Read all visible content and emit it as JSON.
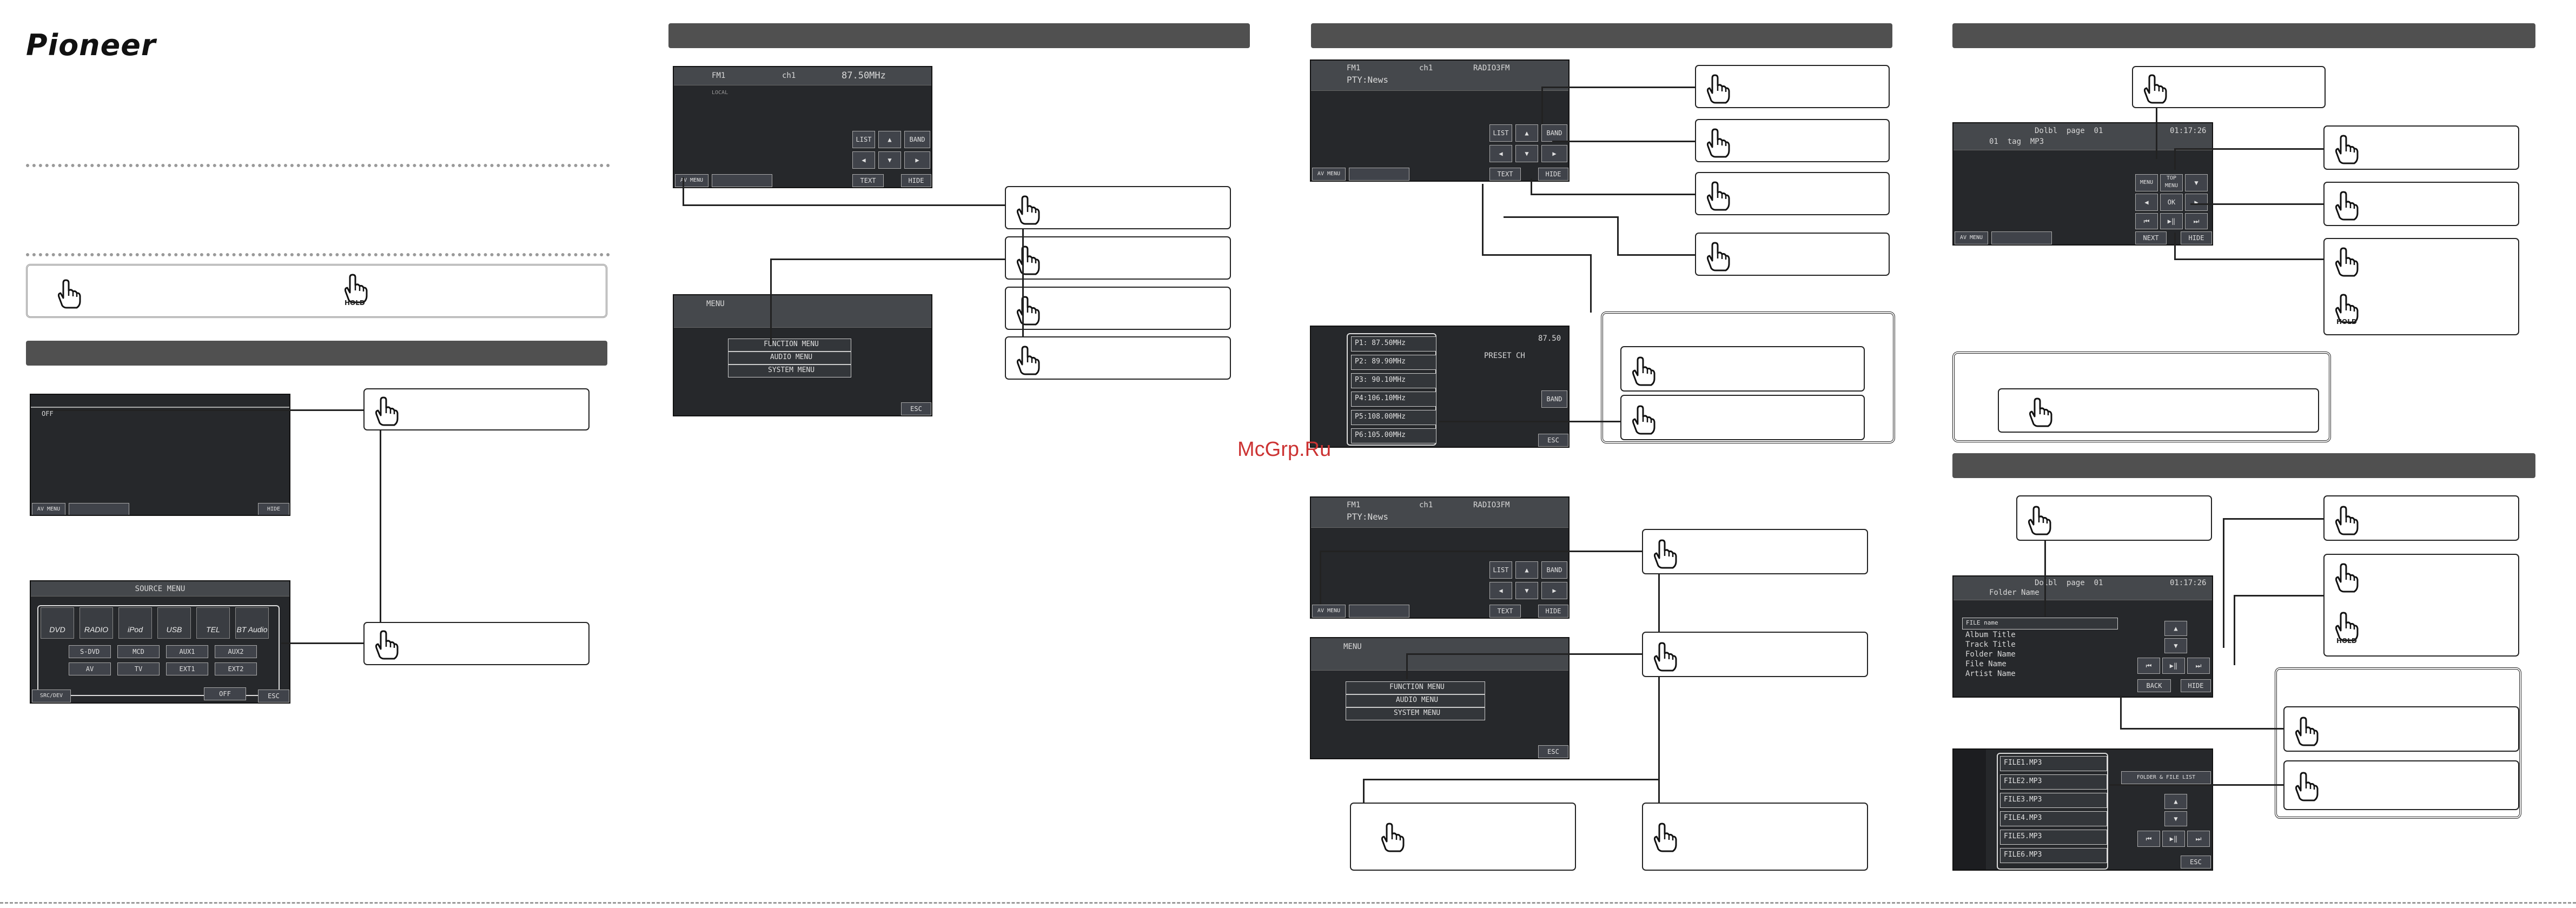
{
  "brand": {
    "logo": "Pioneer"
  },
  "watermark": "McGrp.Ru",
  "legend": {
    "hold": "HOLD"
  },
  "p1": {
    "screen1": {
      "off": "OFF",
      "av_menu": "AV MENU",
      "hide": "HIDE"
    },
    "screen2": {
      "title": "SOURCE MENU",
      "sources": [
        "DVD",
        "RADIO",
        "iPod",
        "USB",
        "TEL",
        "BT Audio"
      ],
      "buttons_row1": [
        "S-DVD",
        "MCD",
        "AUX1",
        "AUX2"
      ],
      "buttons_row2": [
        "AV",
        "TV",
        "EXT1",
        "EXT2"
      ],
      "off": "OFF",
      "src_dev": "SRC/DEV",
      "esc": "ESC"
    }
  },
  "p2": {
    "screen1": {
      "band": "FM1",
      "ch": "ch1",
      "freq": "87.50MHz",
      "local": "LOCAL",
      "keys": [
        "LIST",
        "▲",
        "BAND",
        "◀",
        "▼",
        "▶"
      ],
      "av_menu": "AV MENU",
      "text": "TEXT",
      "hide": "HIDE"
    },
    "screen2": {
      "title": "MENU",
      "items": [
        "FUNCTION MENU",
        "AUDIO MENU",
        "SYSTEM MENU"
      ],
      "esc": "ESC"
    }
  },
  "p3": {
    "screen1": {
      "band": "FM1",
      "ch": "ch1",
      "station": "RADIO3FM",
      "pty": "PTY:News",
      "keys": [
        "LIST",
        "▲",
        "BAND",
        "◀",
        "▼",
        "▶"
      ],
      "av_menu": "AV MENU",
      "text": "TEXT",
      "hide": "HIDE"
    },
    "screen2": {
      "presets": [
        "P1: 87.50MHz",
        "P2: 89.90MHz",
        "P3: 90.10MHz",
        "P4:106.10MHz",
        "P5:108.00MHz",
        "P6:105.00MHz"
      ],
      "freq": "87.50",
      "preset_ch": "PRESET CH",
      "band": "BAND",
      "esc": "ESC"
    },
    "screen3": {
      "band": "FM1",
      "ch": "ch1",
      "station": "RADIO3FM",
      "pty": "PTY:News",
      "keys": [
        "LIST",
        "▲",
        "BAND",
        "◀",
        "▼",
        "▶"
      ],
      "av_menu": "AV MENU",
      "text": "TEXT",
      "hide": "HIDE"
    },
    "screen4": {
      "title": "MENU",
      "items": [
        "FUNCTION MENU",
        "AUDIO MENU",
        "SYSTEM MENU"
      ],
      "esc": "ESC"
    }
  },
  "p4": {
    "screen1": {
      "status": "Dolbl  page  01",
      "time": "01:17:26",
      "track": "01  tag  MP3",
      "keys": [
        "MENU",
        "TOP MENU",
        "▼",
        "◀",
        "OK",
        "▶",
        "⏮",
        "▶‖",
        "⏭"
      ],
      "av_menu": "AV MENU",
      "next": "NEXT",
      "hide": "HIDE"
    },
    "screen2": {
      "folder": "Folder Name",
      "status": "Dolbl  page  01",
      "time": "01:17:26",
      "header": "FILE name",
      "items": [
        "Album Title",
        "Track Title",
        "Folder Name",
        "File Name",
        "Artist Name"
      ],
      "keys": [
        "▲",
        "▼",
        "⏮",
        "▶‖",
        "⏭"
      ],
      "back": "BACK",
      "hide": "HIDE"
    },
    "screen3": {
      "files": [
        "FILE1.MP3",
        "FILE2.MP3",
        "FILE3.MP3",
        "FILE4.MP3",
        "FILE5.MP3",
        "FILE6.MP3"
      ],
      "header": "FOLDER & FILE LIST",
      "keys": [
        "▲",
        "▼",
        "⏮",
        "▶‖",
        "⏭"
      ],
      "esc": "ESC"
    }
  }
}
